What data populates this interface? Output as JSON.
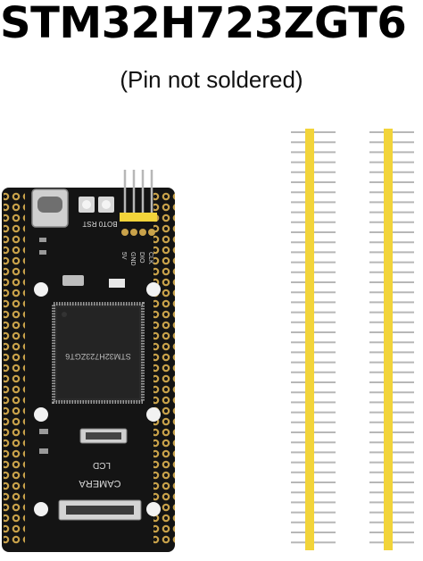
{
  "title": "STM32H723ZGT6",
  "subtitle": "(Pin not soldered)",
  "board": {
    "chip_marking": "STM32H723ZGT6",
    "labels": {
      "boot": "BOT0",
      "rst": "RST",
      "pins": [
        "5V",
        "GND",
        "DIO",
        "CLK"
      ],
      "lcd": "LCD",
      "camera": "CAMERA"
    }
  },
  "colors": {
    "pcb": "#141414",
    "pin_header_plastic": "#f2d43a",
    "pin_metal": "#b7b7b7",
    "gold_pad": "#c9a24a"
  }
}
